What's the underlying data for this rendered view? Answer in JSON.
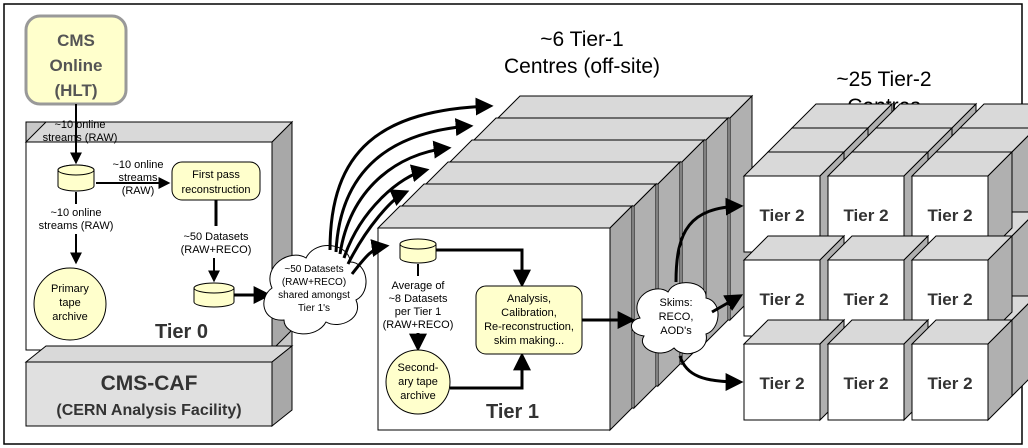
{
  "cms_online": [
    "CMS",
    "Online",
    "(HLT)"
  ],
  "tier0": {
    "label": "Tier 0",
    "streams_top": [
      "~10 online",
      "streams (RAW)"
    ],
    "streams_right": [
      "~10 online",
      "streams",
      "(RAW)"
    ],
    "streams_down": [
      "~10 online",
      "streams (RAW)"
    ],
    "first_pass": [
      "First pass",
      "reconstruction"
    ],
    "datasets": [
      "~50 Datasets",
      "(RAW+RECO)"
    ],
    "primary_tape": [
      "Primary",
      "tape",
      "archive"
    ]
  },
  "cms_caf": [
    "CMS-CAF",
    "(CERN Analysis Facility)"
  ],
  "shared_cloud": [
    "~50 Datasets",
    "(RAW+RECO)",
    "shared amongst",
    "Tier 1's"
  ],
  "tier1": {
    "heading": [
      "~6 Tier-1",
      "Centres (off-site)"
    ],
    "label": "Tier 1",
    "average": [
      "Average of",
      "~8 Datasets",
      "per Tier 1",
      "(RAW+RECO)"
    ],
    "analysis": [
      "Analysis,",
      "Calibration,",
      "Re-reconstruction,",
      "skim making..."
    ],
    "secondary_tape": [
      "Second-",
      "ary tape",
      "archive"
    ]
  },
  "skims_cloud": [
    "Skims:",
    "RECO,",
    "AOD's"
  ],
  "tier2": {
    "heading": [
      "~25 Tier-2",
      "Centres"
    ],
    "cell_label": "Tier 2"
  },
  "colors": {
    "box_fill": "#ffffff",
    "box_side": "#b0b0b0",
    "box_top": "#d9d9d9",
    "yellow_fill": "#ffffcc",
    "caf_fill": "#e0e0e0",
    "cylinder_fill": "#ffffcc"
  }
}
